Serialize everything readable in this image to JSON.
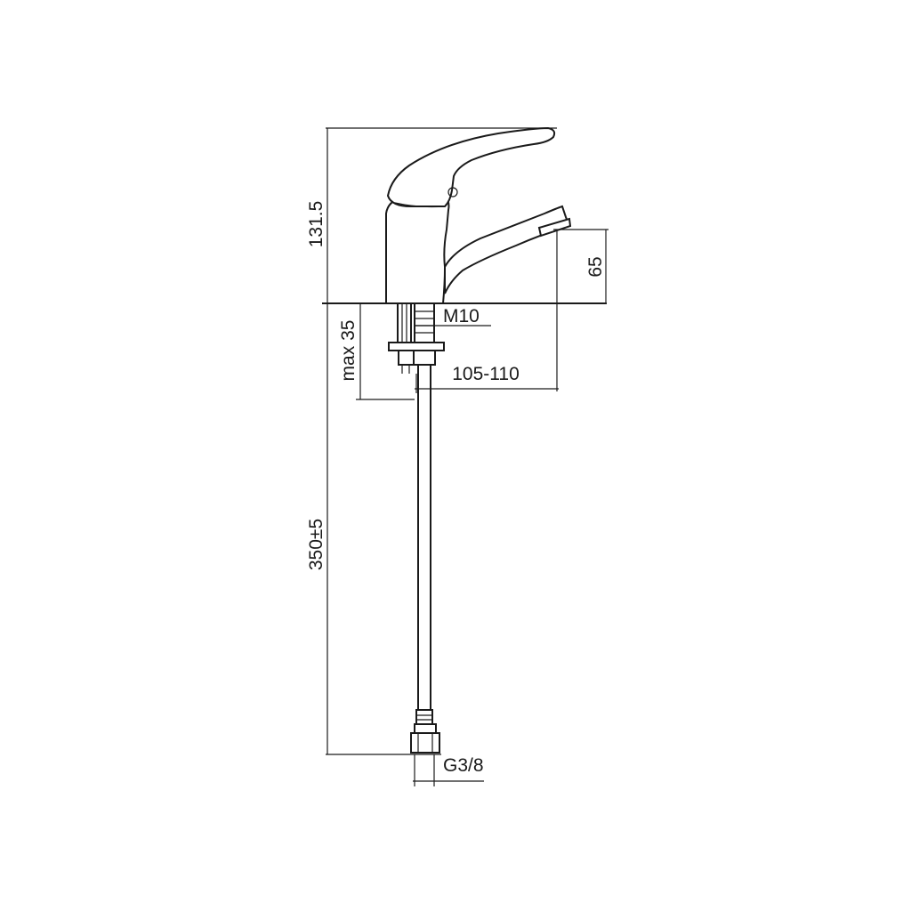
{
  "dimensions": {
    "total_height": "131.5",
    "spout_height": "65",
    "max_deck_thickness": "max 35",
    "spout_reach": "105-110",
    "hose_length": "350±5",
    "stud_thread": "M10",
    "hose_connection": "G3/8"
  }
}
